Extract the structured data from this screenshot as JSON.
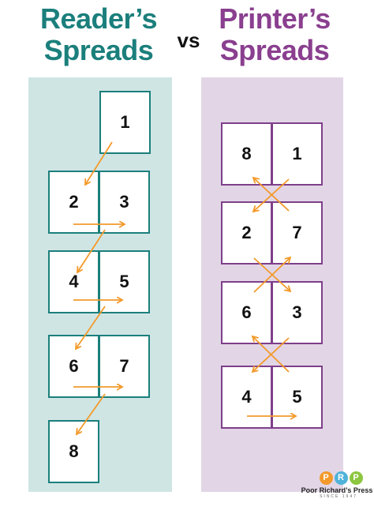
{
  "header": {
    "reader_title_line1": "Reader’s",
    "reader_title_line2": "Spreads",
    "vs": "vs",
    "printer_title_line1": "Printer’s",
    "printer_title_line2": "Spreads"
  },
  "reader_pages": [
    "1",
    "2",
    "3",
    "4",
    "5",
    "6",
    "7",
    "8"
  ],
  "printer_spreads": [
    {
      "left": "8",
      "right": "1"
    },
    {
      "left": "2",
      "right": "7"
    },
    {
      "left": "6",
      "right": "3"
    },
    {
      "left": "4",
      "right": "5"
    }
  ],
  "colors": {
    "reader_accent": "#1b7f7c",
    "printer_accent": "#7e3f8a",
    "reader_bg": "#cfe5e4",
    "printer_bg": "#e2d6e6",
    "arrow": "#f39a2b"
  },
  "logo": {
    "letters": [
      "P",
      "R",
      "P"
    ],
    "circle_colors": [
      "#f39a2b",
      "#4fb3d9",
      "#8dc63f"
    ],
    "name": "Poor Richard’s Press",
    "since": "SINCE 1947"
  }
}
